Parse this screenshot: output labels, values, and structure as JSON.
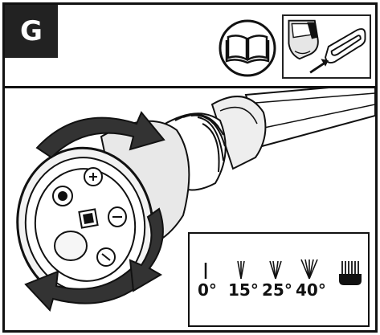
{
  "step_badge": "G",
  "icons": [
    "manual-book-icon",
    "battery-removal-icon"
  ],
  "spray_legend": {
    "angles": [
      "0°",
      "15°",
      "25°",
      "40°"
    ],
    "extra_pattern": "brush-spray-icon"
  },
  "colors": {
    "ink": "#111111",
    "badge_bg": "#222222",
    "nozzle_shade": "#d9d9d9"
  }
}
